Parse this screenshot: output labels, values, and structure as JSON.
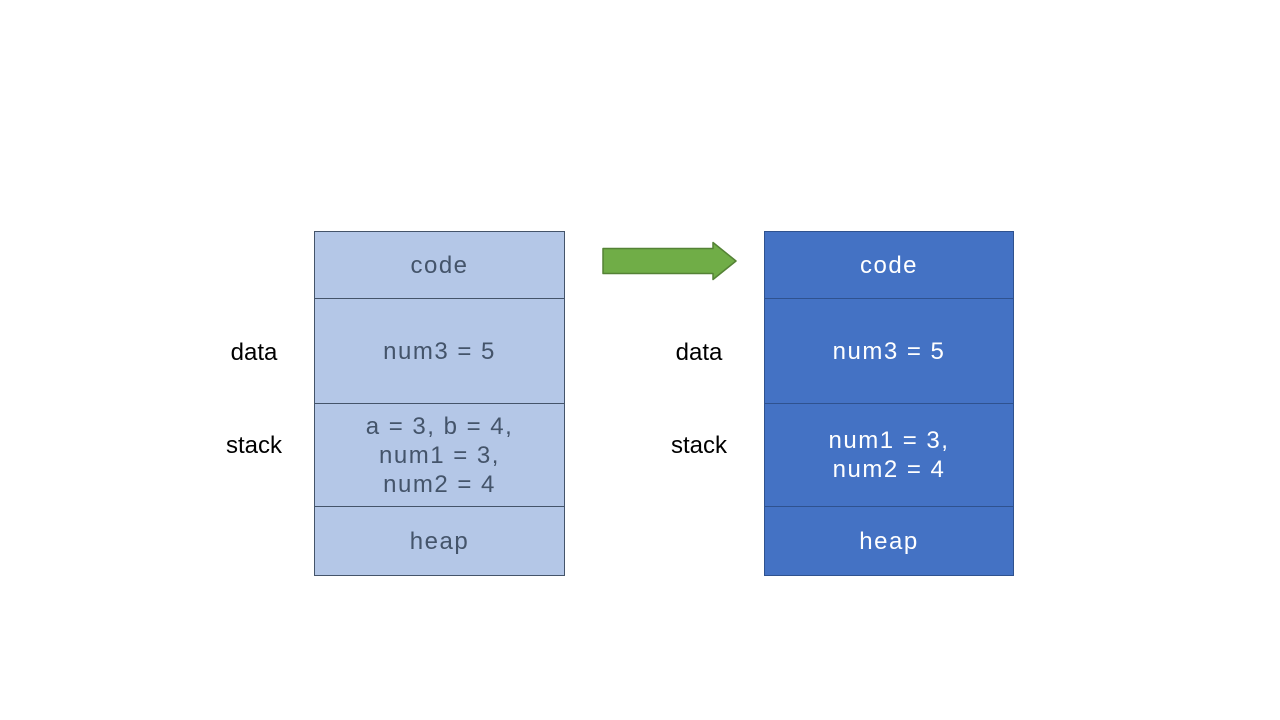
{
  "colors": {
    "left_fill": "#b4c7e7",
    "left_border": "#44546a",
    "left_text": "#44546a",
    "right_fill": "#4472c4",
    "right_border": "#2f528f",
    "right_text": "#ffffff",
    "label_text": "#000000",
    "arrow_fill": "#70ad47",
    "arrow_border": "#548235",
    "canvas_bg": "#ffffff"
  },
  "left_diagram": {
    "labels": {
      "data": "data",
      "stack": "stack"
    },
    "sections": {
      "code": "code",
      "data": "num3 = 5",
      "stack_lines": [
        "a = 3, b = 4,",
        "num1 = 3,",
        "num2 = 4"
      ],
      "heap": "heap"
    }
  },
  "right_diagram": {
    "labels": {
      "data": "data",
      "stack": "stack"
    },
    "sections": {
      "code": "code",
      "data": "num3 = 5",
      "stack_lines": [
        "num1 = 3,",
        "num2 = 4"
      ],
      "heap": "heap"
    }
  },
  "arrow": {
    "name": "right-arrow"
  }
}
